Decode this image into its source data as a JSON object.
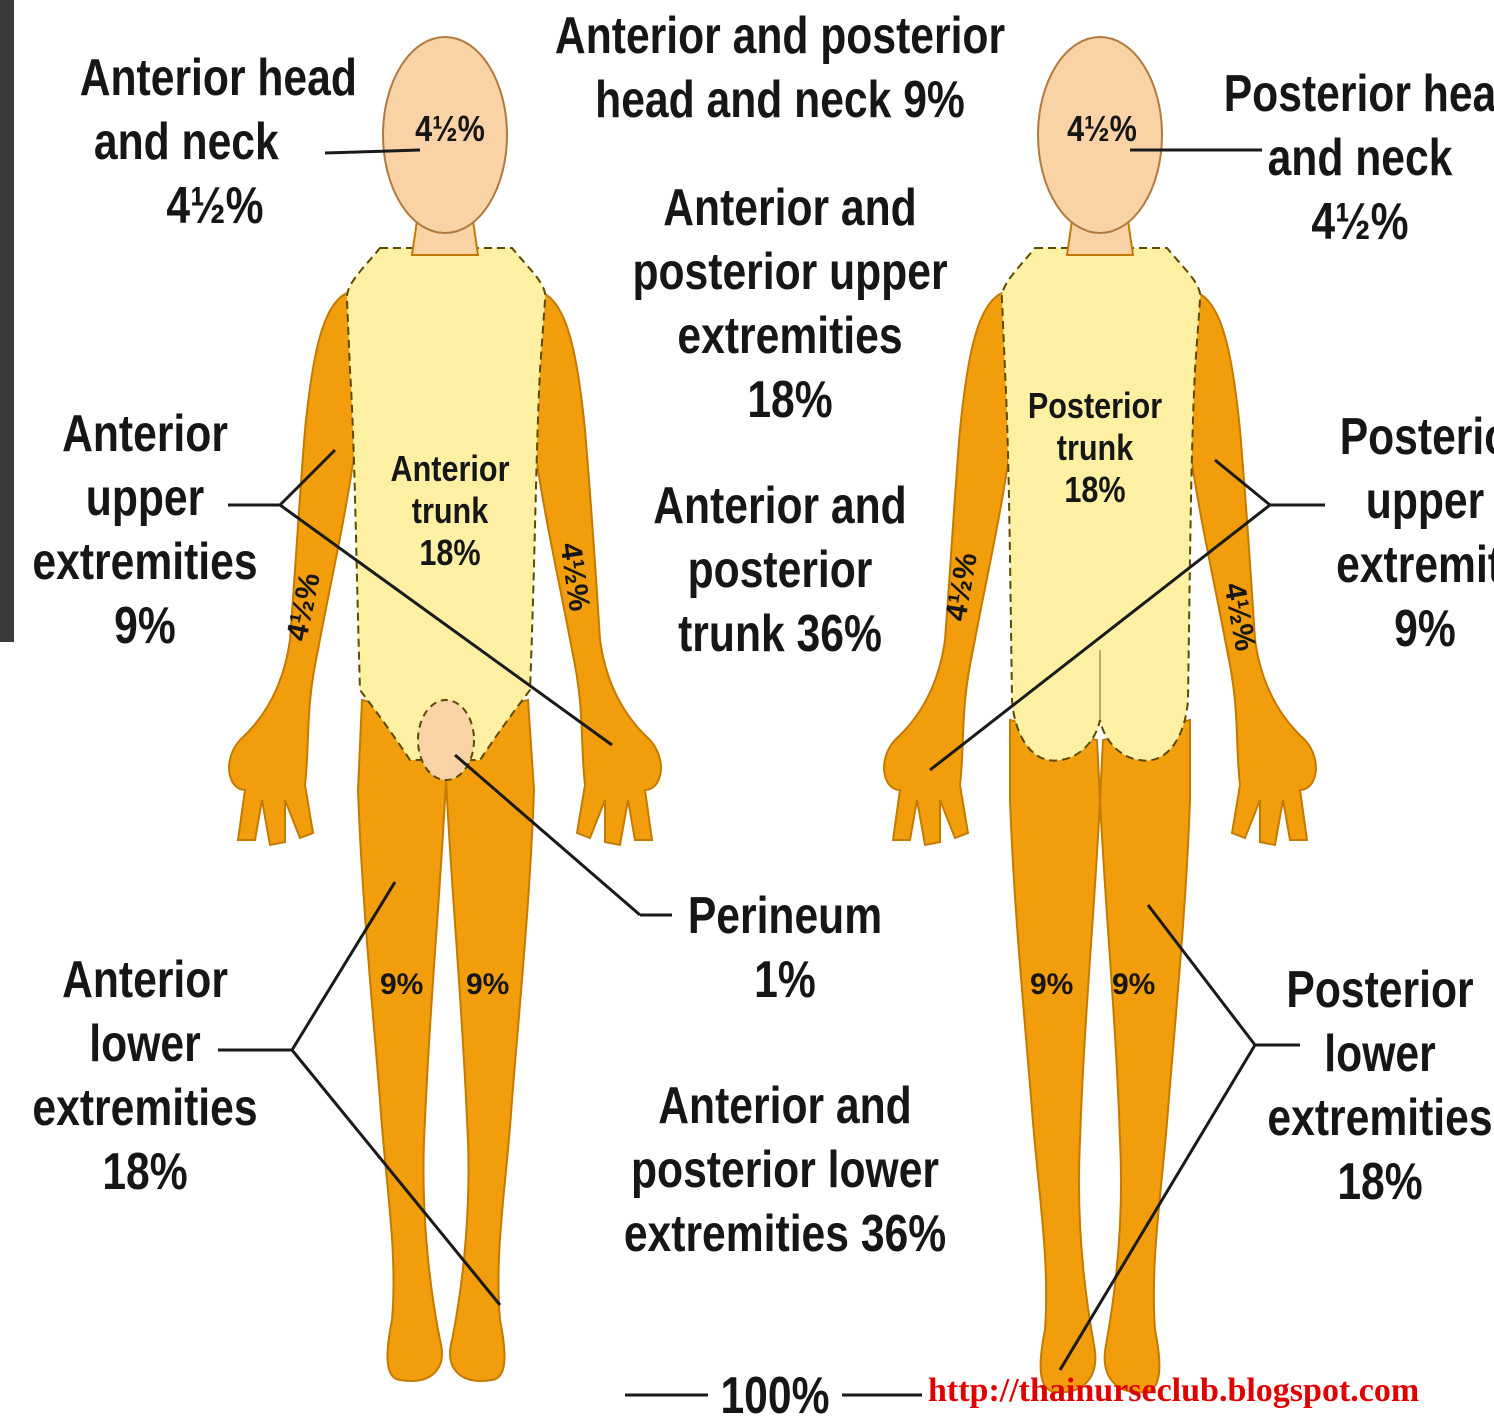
{
  "labels": {
    "top_center": [
      "Anterior and posterior",
      "head and neck 9%"
    ],
    "ant_head": [
      "Anterior head",
      "and neck",
      "4½%"
    ],
    "post_head": [
      "Posterior hea",
      "and neck",
      "4½%"
    ],
    "ant_upper_ext": [
      "Anterior",
      "upper",
      "extremities",
      "9%"
    ],
    "post_upper_ext": [
      "Posterio",
      "upper",
      "extremiti",
      "9%"
    ],
    "ant_post_upper": [
      "Anterior and",
      "posterior upper",
      "extremities",
      "18%"
    ],
    "ant_post_trunk": [
      "Anterior and",
      "posterior",
      "trunk 36%"
    ],
    "perineum": [
      "Perineum",
      "1%"
    ],
    "ant_lower_ext": [
      "Anterior",
      "lower",
      "extremities",
      "18%"
    ],
    "post_lower_ext": [
      "Posterior",
      "lower",
      "extremities",
      "18%"
    ],
    "ant_post_lower": [
      "Anterior and",
      "posterior lower",
      "extremities 36%"
    ],
    "total": "100%"
  },
  "body_labels": {
    "ant_head_pct": "4½%",
    "post_head_pct": "4½%",
    "ant_trunk": [
      "Anterior",
      "trunk",
      "18%"
    ],
    "post_trunk": [
      "Posterior",
      "trunk",
      "18%"
    ],
    "arm_pct": "4½%",
    "leg_pct": "9%"
  },
  "url": "http://thainurseclub.blogspot.com",
  "colors": {
    "limb": "#f29d0c",
    "limb_stroke": "#c47a00",
    "head_trunk": "#fdf0a3",
    "head": "#f9d3a6",
    "line": "#1a1a1a",
    "url": "#e00000"
  }
}
